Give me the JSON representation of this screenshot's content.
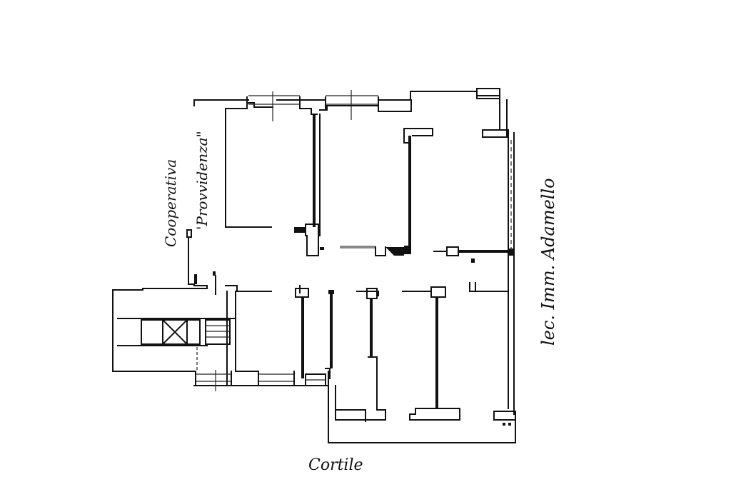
{
  "labels": {
    "neighbor_left_1": "Cooperativa",
    "neighbor_left_2": "'Provvidenza\"",
    "neighbor_right": "lec. Imm. Adamello",
    "courtyard": "Cortile"
  }
}
